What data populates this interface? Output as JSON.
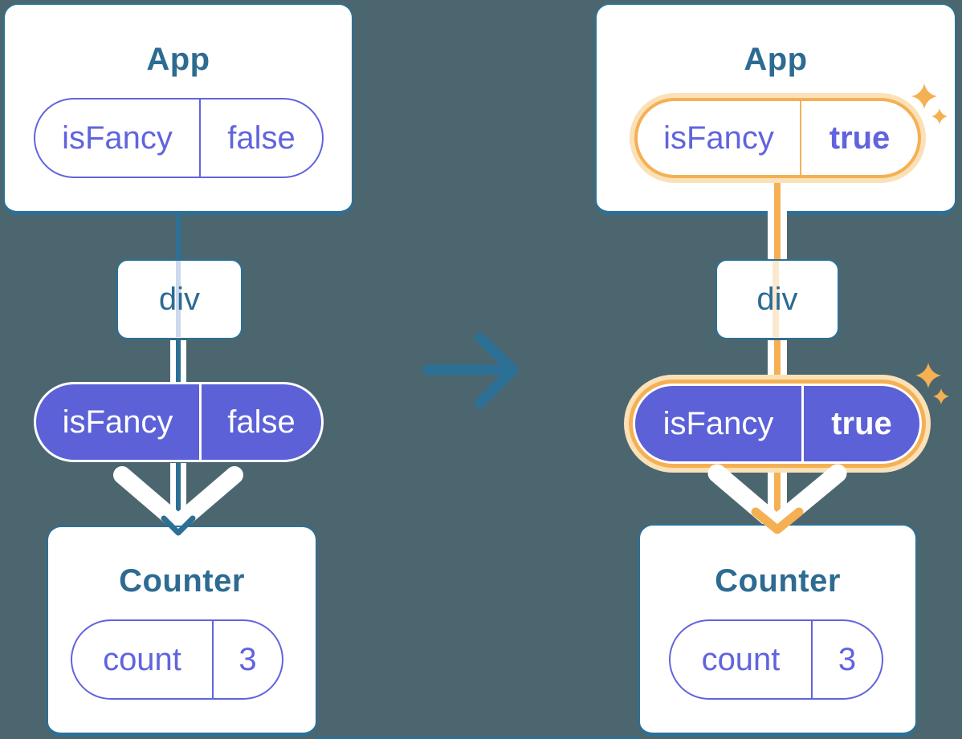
{
  "colors": {
    "background": "#4c666f",
    "line_blue": "#2d7096",
    "heading_text": "#2d6b92",
    "purple_fill": "#5c61d7",
    "purple_outline": "#6164dd",
    "highlight_orange": "#f5b054",
    "highlight_glow": "#fbe1b8",
    "white": "#ffffff"
  },
  "icons": {
    "transition_arrow": "right-arrow",
    "down_arrow": "down-arrowhead",
    "sparkle": "four-pointed-star"
  },
  "before": {
    "app": {
      "title": "App"
    },
    "app_prop": {
      "name": "isFancy",
      "value": "false"
    },
    "div": {
      "label": "div"
    },
    "passed_prop": {
      "name": "isFancy",
      "value": "false"
    },
    "counter": {
      "title": "Counter"
    },
    "counter_state": {
      "name": "count",
      "value": "3"
    }
  },
  "after": {
    "app": {
      "title": "App"
    },
    "app_prop": {
      "name": "isFancy",
      "value": "true"
    },
    "div": {
      "label": "div"
    },
    "passed_prop": {
      "name": "isFancy",
      "value": "true"
    },
    "counter": {
      "title": "Counter"
    },
    "counter_state": {
      "name": "count",
      "value": "3"
    }
  }
}
